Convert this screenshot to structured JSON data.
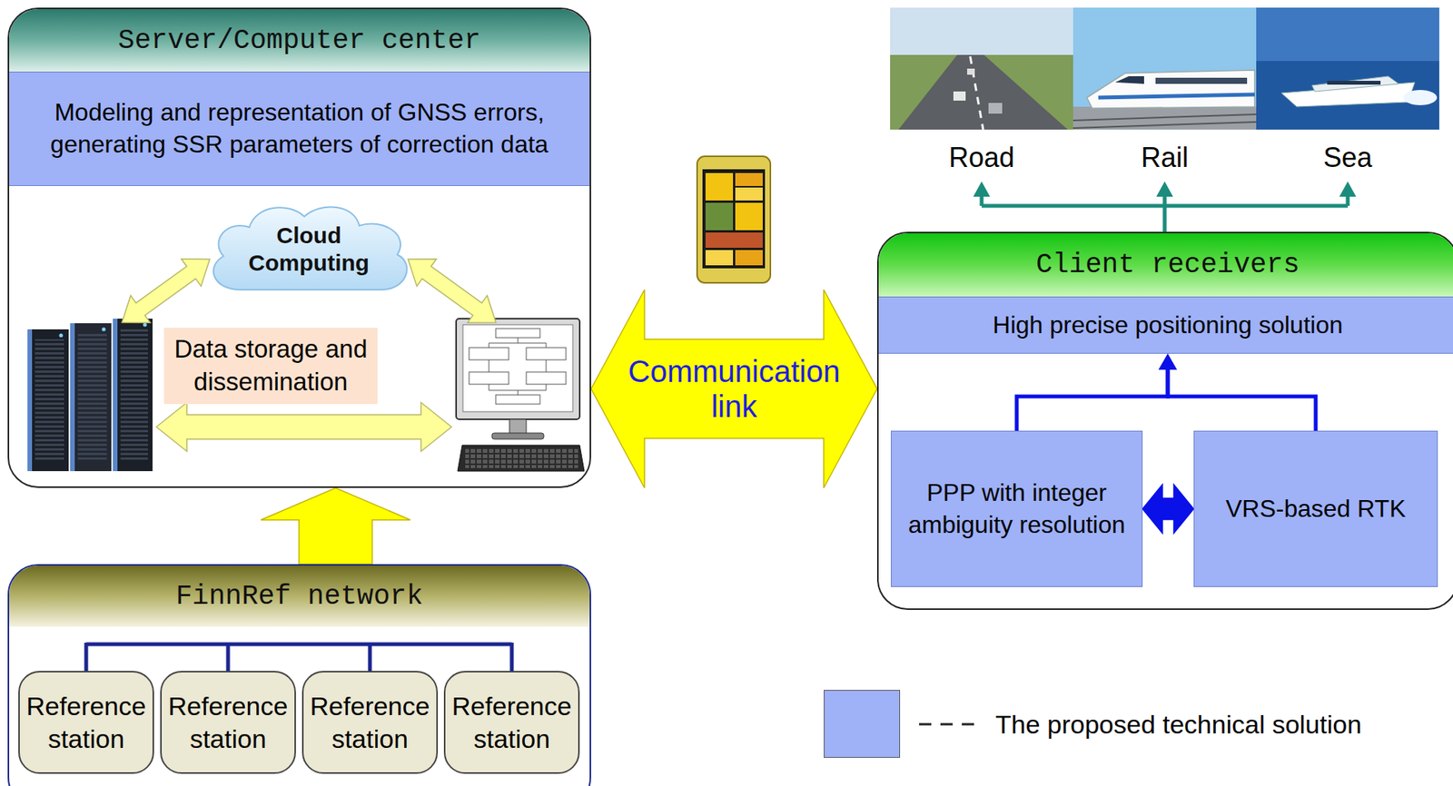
{
  "diagram": {
    "nodes": [
      {
        "text": [
          "Server/Computer center"
        ]
      },
      {
        "text": [
          "Modeling and representation of GNSS errors, generating SSR parameters of correction data"
        ],
        "in": 0
      },
      {
        "text": [
          "Cloud Computing"
        ],
        "in": 0
      },
      {
        "text": [
          "Data storage and dissemination"
        ],
        "in": 0
      },
      {
        "text": [
          "FinnRef network"
        ]
      },
      {
        "text": [
          "Reference station"
        ],
        "in": 4
      },
      {
        "text": [
          "Reference station"
        ],
        "in": 4
      },
      {
        "text": [
          "Reference station"
        ],
        "in": 4
      },
      {
        "text": [
          "Reference station"
        ],
        "in": 4
      },
      {
        "text": [
          "Client receivers"
        ]
      },
      {
        "text": [
          "High precise positioning solution"
        ],
        "in": 9
      },
      {
        "text": [
          "PPP with integer ambiguity resolution"
        ],
        "in": 9
      },
      {
        "text": [
          "VRS-based RTK"
        ],
        "in": 9
      }
    ],
    "edges": [
      {
        "from": 4,
        "to": 0,
        "arrow": "to"
      },
      {
        "from": 0,
        "to": 9,
        "label": "Communication link",
        "arrow": "both"
      },
      {
        "from": 11,
        "to": 10,
        "arrow": "to"
      },
      {
        "from": 12,
        "to": 10,
        "arrow": "to"
      },
      {
        "from": 11,
        "to": 12,
        "arrow": "both"
      }
    ],
    "labels": [
      "Road",
      "Rail",
      "Sea"
    ],
    "legend": [
      {
        "text": "The proposed technical solution",
        "color": "#9fb1f7"
      }
    ]
  }
}
